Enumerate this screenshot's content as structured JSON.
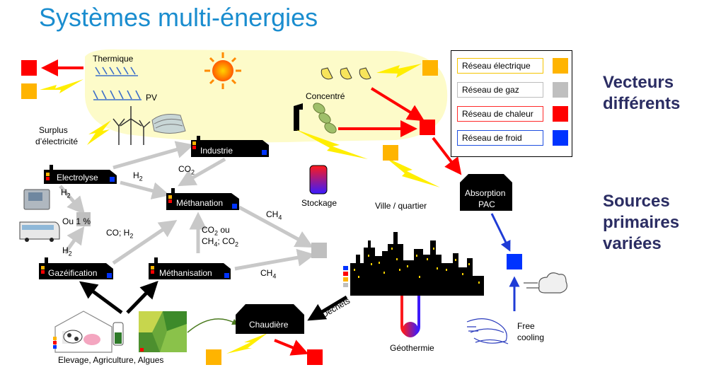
{
  "title": "Systèmes multi-énergies",
  "side": {
    "vecteurs": [
      "Vecteurs",
      "différents"
    ],
    "sources": [
      "Sources",
      "primaires",
      "variées"
    ]
  },
  "legend": {
    "items": [
      {
        "label": "Réseau électrique",
        "border": "#f5c400",
        "color": "#ffb400"
      },
      {
        "label": "Réseau de gaz",
        "border": "#bdbdbd",
        "color": "#bfbfbf"
      },
      {
        "label": "Réseau de chaleur",
        "border": "#ff2a2a",
        "color": "#ff0000"
      },
      {
        "label": "Réseau de froid",
        "border": "#1f4fe0",
        "color": "#0033ff"
      }
    ]
  },
  "labels": {
    "thermique": "Thermique",
    "pv": "PV",
    "concentre": "Concentré",
    "surplus": "Surplus",
    "electricite": "d’électricité",
    "h2_a": "H",
    "h2_b": "H",
    "h2_c": "H",
    "co2_a": "CO",
    "ou_1": "Ou 1 %",
    "co_h2": "CO; H",
    "co2_ou": "CO",
    "ou_word": " ou",
    "ch4_co2": "CH",
    "ch4_a": "CH",
    "ch4_b": "CH",
    "stockage": "Stockage",
    "ville": "Ville / quartier",
    "dechets": "Déchets",
    "geothermie": "Géothermie",
    "free_cooling": "Free",
    "cooling": "cooling",
    "elevage": "Elevage, Agriculture, Algues"
  },
  "processes": {
    "industrie": "Industrie",
    "electrolyse": "Electrolyse",
    "methanation": "Méthanation",
    "gazeification": "Gazéification",
    "methanisation": "Méthanisation",
    "chaudiere": "Chaudière",
    "absorption": "Absorption",
    "pac": "PAC"
  }
}
